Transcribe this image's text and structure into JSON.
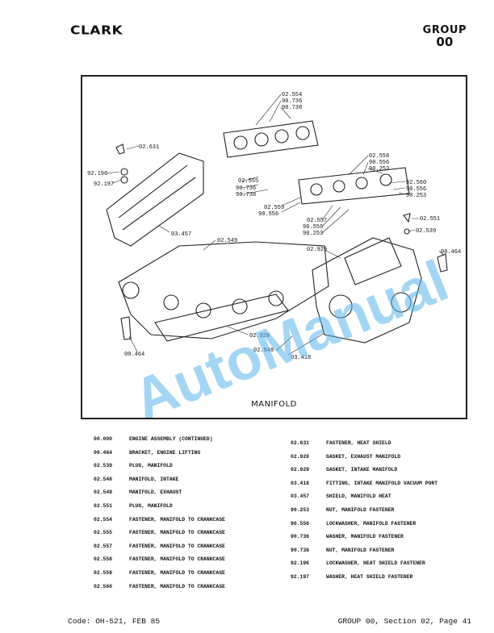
{
  "header": {
    "brand": "CLARK",
    "group_word": "GROUP",
    "group_number": "00"
  },
  "figure": {
    "caption": "MANIFOLD",
    "watermark": "AutoManual",
    "callouts": [
      "02.554",
      "90.736",
      "90.738",
      "02.631",
      "92.196",
      "92.197",
      "02.558",
      "90.556",
      "90.253",
      "02.555",
      "90.736",
      "90.738",
      "02.560",
      "90.556",
      "90.253",
      "02.559",
      "90.556",
      "02.551",
      "02.539",
      "02.557",
      "90.556",
      "90.253",
      "03.457",
      "02.549",
      "02.929",
      "00.464",
      "02.928",
      "00.464",
      "02.548",
      "03.418"
    ]
  },
  "parts_left": [
    {
      "num": "00.000",
      "desc": "ENGINE ASSEMBLY  (CONTINUED)"
    },
    {
      "num": "00.464",
      "desc": "BRACKET, ENGINE LIFTING"
    },
    {
      "num": "02.539",
      "desc": "PLUG, MANIFOLD"
    },
    {
      "num": "02.548",
      "desc": "MANIFOLD, INTAKE"
    },
    {
      "num": "02.549",
      "desc": "MANIFOLD, EXHAUST"
    },
    {
      "num": "02.551",
      "desc": "PLUG, MANIFOLD"
    },
    {
      "num": "02.554",
      "desc": "FASTENER, MANIFOLD TO CRANKCASE"
    },
    {
      "num": "02.555",
      "desc": "FASTENER, MANIFOLD TO CRANKCASE"
    },
    {
      "num": "02.557",
      "desc": "FASTENER, MANIFOLD TO CRANKCASE"
    },
    {
      "num": "02.558",
      "desc": "FASTENER, MANIFOLD TO CRANKCASE"
    },
    {
      "num": "02.559",
      "desc": "FASTENER, MANIFOLD TO CRANKCASE"
    },
    {
      "num": "02.560",
      "desc": "FASTENER, MANIFOLD TO CRANKCASE"
    }
  ],
  "parts_right": [
    {
      "num": "02.631",
      "desc": "FASTENER, HEAT SHIELD"
    },
    {
      "num": "02.928",
      "desc": "GASKET, EXHAUST MANIFOLD"
    },
    {
      "num": "02.929",
      "desc": "GASKET, INTAKE MANIFOLD"
    },
    {
      "num": "03.418",
      "desc": "FITTING, INTAKE MANIFOLD VACUUM PORT"
    },
    {
      "num": "03.457",
      "desc": "SHIELD, MANIFOLD HEAT"
    },
    {
      "num": "90.253",
      "desc": "NUT, MANIFOLD FASTENER"
    },
    {
      "num": "90.556",
      "desc": "LOCKWASHER, MANIFOLD FASTENER"
    },
    {
      "num": "90.736",
      "desc": "WASHER, MANIFOLD FASTENER"
    },
    {
      "num": "90.738",
      "desc": "NUT, MANIFOLD FASTENER"
    },
    {
      "num": "92.196",
      "desc": "LOCKWASHER, HEAT SHIELD FASTENER"
    },
    {
      "num": "92.197",
      "desc": "WASHER, HEAT SHIELD FASTENER"
    }
  ],
  "footer": {
    "code": "Code: OH-521, FEB 85",
    "page": "GROUP 00, Section 02, Page 41"
  }
}
